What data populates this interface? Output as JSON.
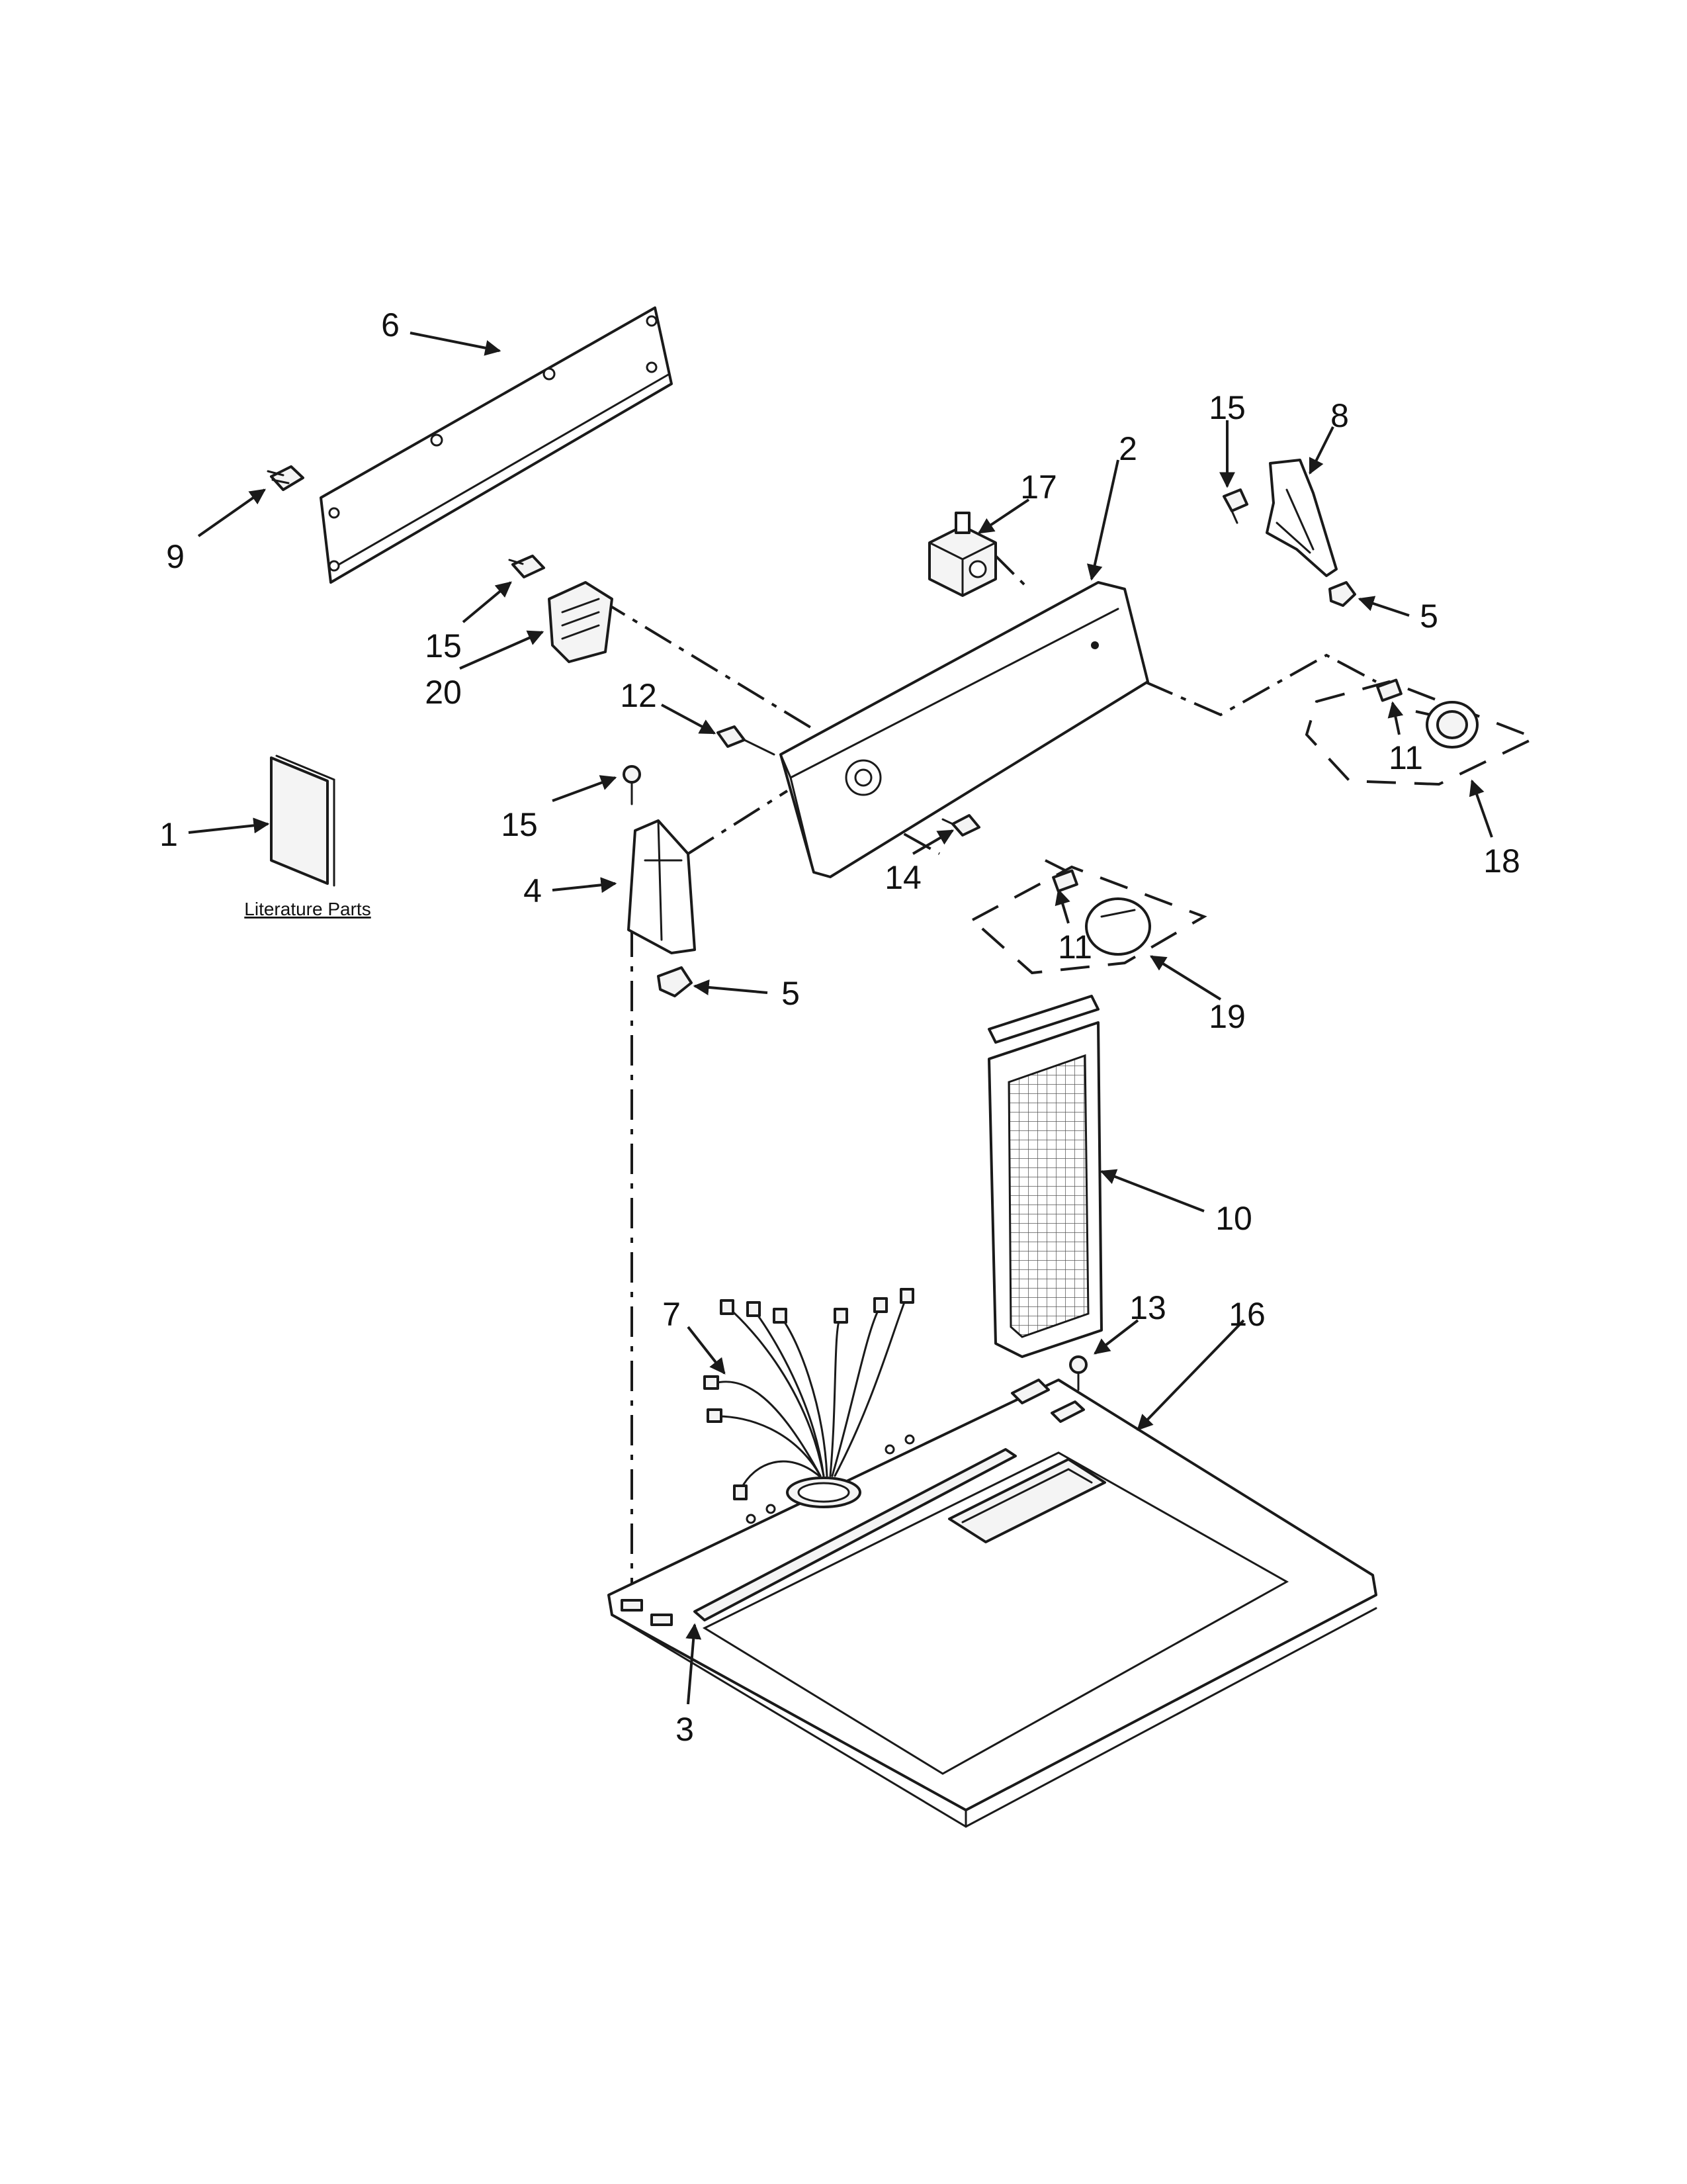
{
  "callouts": [
    {
      "id": "1",
      "text": "1"
    },
    {
      "id": "2",
      "text": "2"
    },
    {
      "id": "3",
      "text": "3"
    },
    {
      "id": "4",
      "text": "4"
    },
    {
      "id": "5a",
      "text": "5"
    },
    {
      "id": "5b",
      "text": "5"
    },
    {
      "id": "6",
      "text": "6"
    },
    {
      "id": "7",
      "text": "7"
    },
    {
      "id": "8",
      "text": "8"
    },
    {
      "id": "9",
      "text": "9"
    },
    {
      "id": "10",
      "text": "10"
    },
    {
      "id": "11a",
      "text": "11"
    },
    {
      "id": "11b",
      "text": "11"
    },
    {
      "id": "12",
      "text": "12"
    },
    {
      "id": "13",
      "text": "13"
    },
    {
      "id": "14",
      "text": "14"
    },
    {
      "id": "15a",
      "text": "15"
    },
    {
      "id": "15b",
      "text": "15"
    },
    {
      "id": "15c",
      "text": "15"
    },
    {
      "id": "16",
      "text": "16"
    },
    {
      "id": "17",
      "text": "17"
    },
    {
      "id": "18",
      "text": "18"
    },
    {
      "id": "19",
      "text": "19"
    },
    {
      "id": "20",
      "text": "20"
    }
  ],
  "literature_label": "Literature Parts"
}
